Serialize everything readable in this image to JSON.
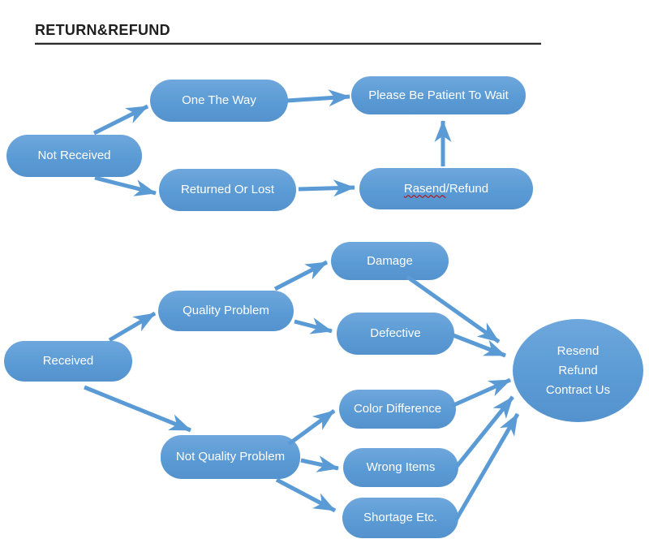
{
  "page": {
    "title": "RETURN&REFUND"
  },
  "colors": {
    "node_blue": "#5b9bd5",
    "node_text": "#ffffff",
    "title_text": "#1f1f1f",
    "underline": "#2a2a2a",
    "spellcheck_squiggle": "#c00000",
    "background": "#ffffff"
  },
  "flow_top": {
    "not_received": "Not Received",
    "one_the_way": "One The Way",
    "returned_or_lost": "Returned Or Lost",
    "please_wait": "Please Be Patient To Wait",
    "rasend_refund": {
      "misspelled": "Rasend",
      "rest": "/Refund"
    }
  },
  "flow_bottom": {
    "received": "Received",
    "quality_problem": "Quality Problem",
    "damage": "Damage",
    "defective": "Defective",
    "not_quality_problem": "Not Quality Problem",
    "color_difference": "Color Difference",
    "wrong_items": "Wrong Items",
    "shortage_etc": "Shortage Etc.",
    "outcome": {
      "line1": "Resend",
      "line2": "Refund",
      "line3": "Contract Us"
    }
  },
  "connections": [
    {
      "from": "Not Received",
      "to": "One The Way"
    },
    {
      "from": "Not Received",
      "to": "Returned Or Lost"
    },
    {
      "from": "One The Way",
      "to": "Please Be Patient To Wait"
    },
    {
      "from": "Returned Or Lost",
      "to": "Rasend/Refund"
    },
    {
      "from": "Rasend/Refund",
      "to": "Please Be Patient To Wait"
    },
    {
      "from": "Received",
      "to": "Quality Problem"
    },
    {
      "from": "Received",
      "to": "Not Quality Problem"
    },
    {
      "from": "Quality Problem",
      "to": "Damage"
    },
    {
      "from": "Quality Problem",
      "to": "Defective"
    },
    {
      "from": "Not Quality Problem",
      "to": "Color Difference"
    },
    {
      "from": "Not Quality Problem",
      "to": "Wrong Items"
    },
    {
      "from": "Not Quality Problem",
      "to": "Shortage Etc."
    },
    {
      "from": "Damage",
      "to": "Resend Refund Contract Us"
    },
    {
      "from": "Defective",
      "to": "Resend Refund Contract Us"
    },
    {
      "from": "Color Difference",
      "to": "Resend Refund Contract Us"
    },
    {
      "from": "Wrong Items",
      "to": "Resend Refund Contract Us"
    },
    {
      "from": "Shortage Etc.",
      "to": "Resend Refund Contract Us"
    }
  ]
}
